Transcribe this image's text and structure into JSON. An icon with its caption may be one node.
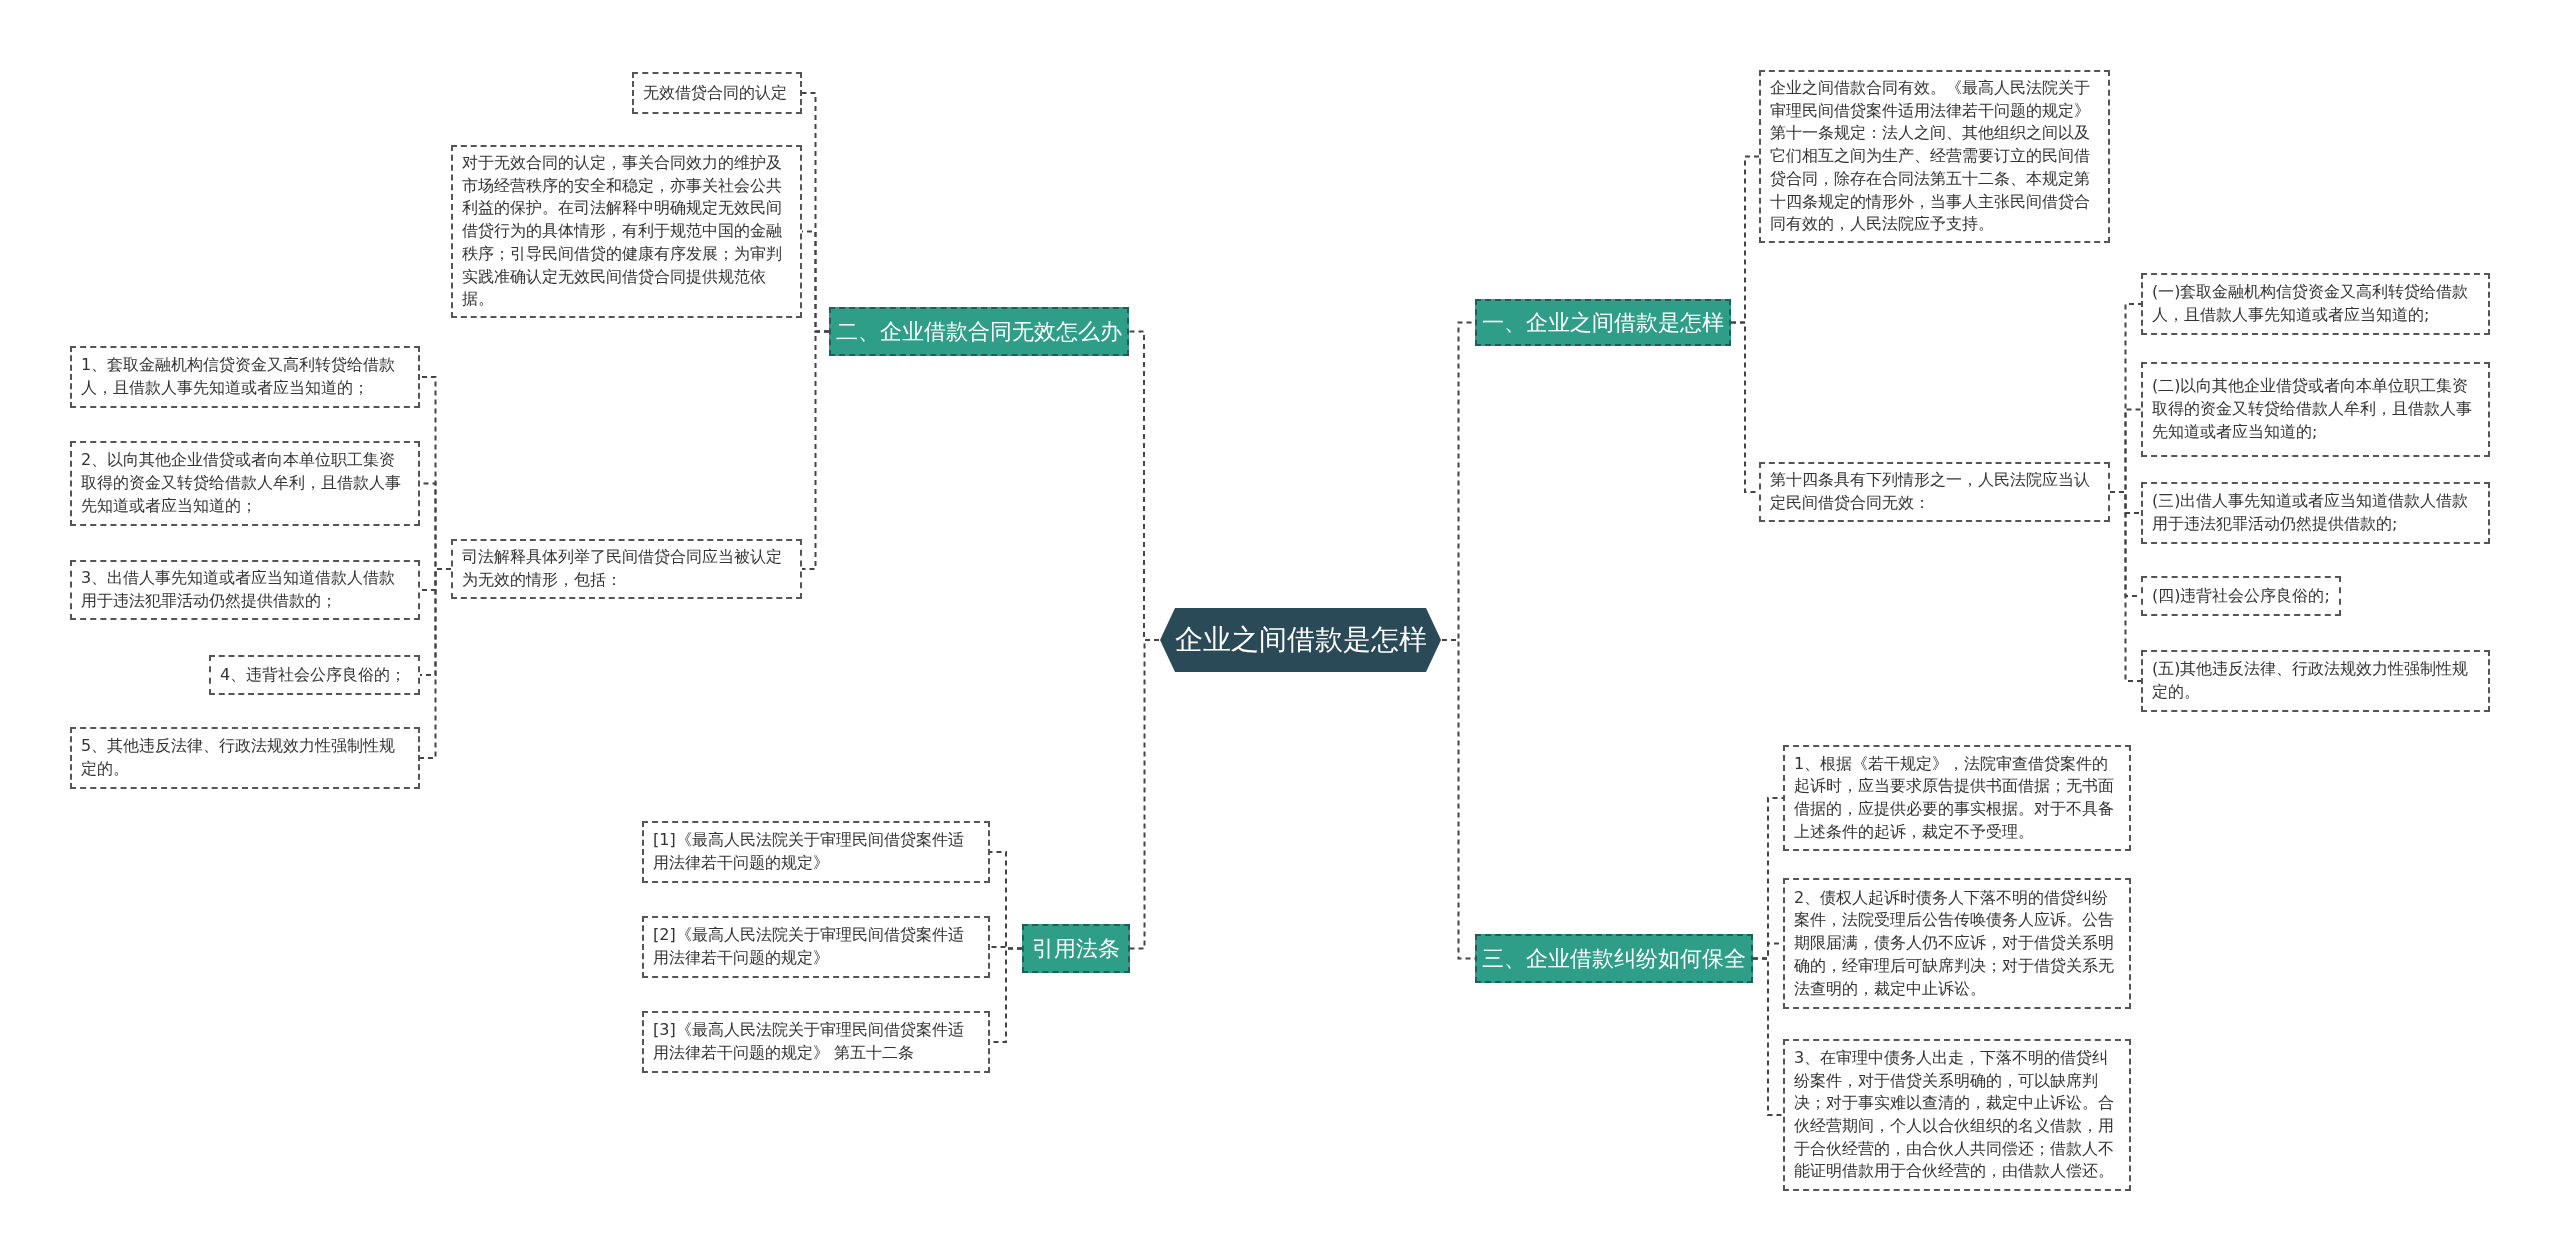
{
  "diagram": {
    "nodes": [
      {
        "text": [
          "企业之间借款是怎样"
        ]
      },
      {
        "text": [
          "一、企业之间借款是怎样"
        ]
      },
      {
        "text": [
          "企业之间借款合同有效。《最高人民法院关于审理民间借贷案件适用法律若干问题的规定》第十一条规定：法人之间、其他组织之间以及它们相互之间为生产、经营需要订立的民间借贷合同，除存在合同法第五十二条、本规定第十四条规定的情形外，当事人主张民间借贷合同有效的，人民法院应予支持。"
        ]
      },
      {
        "text": [
          "第十四条具有下列情形之一，人民法院应当认定民间借贷合同无效："
        ]
      },
      {
        "text": [
          "(一)套取金融机构信贷资金又高利转贷给借款人，且借款人事先知道或者应当知道的;"
        ]
      },
      {
        "text": [
          "(二)以向其他企业借贷或者向本单位职工集资取得的资金又转贷给借款人牟利，且借款人事先知道或者应当知道的;"
        ]
      },
      {
        "text": [
          "(三)出借人事先知道或者应当知道借款人借款用于违法犯罪活动仍然提供借款的;"
        ]
      },
      {
        "text": [
          "(四)违背社会公序良俗的;"
        ]
      },
      {
        "text": [
          "(五)其他违反法律、行政法规效力性强制性规定的。"
        ]
      },
      {
        "text": [
          "三、企业借款纠纷如何保全"
        ]
      },
      {
        "text": [
          "1、根据《若干规定》，法院审查借贷案件的起诉时，应当要求原告提供书面借据；无书面借据的，应提供必要的事实根据。对于不具备上述条件的起诉，裁定不予受理。"
        ]
      },
      {
        "text": [
          "2、债权人起诉时债务人下落不明的借贷纠纷案件，法院受理后公告传唤债务人应诉。公告期限届满，债务人仍不应诉，对于借贷关系明确的，经审理后可缺席判决；对于借贷关系无法查明的，裁定中止诉讼。"
        ]
      },
      {
        "text": [
          "3、在审理中债务人出走，下落不明的借贷纠纷案件，对于借贷关系明确的，可以缺席判决；对于事实难以查清的，裁定中止诉讼。合伙经营期间，个人以合伙组织的名义借款，用于合伙经营的，由合伙人共同偿还；借款人不能证明借款用于合伙经营的，由借款人偿还。"
        ]
      },
      {
        "text": [
          "二、企业借款合同无效怎么办"
        ]
      },
      {
        "text": [
          "无效借贷合同的认定"
        ]
      },
      {
        "text": [
          "对于无效合同的认定，事关合同效力的维护及市场经营秩序的安全和稳定，亦事关社会公共利益的保护。在司法解释中明确规定无效民间借贷行为的具体情形，有利于规范中国的金融秩序；引导民间借贷的健康有序发展；为审判实践准确认定无效民间借贷合同提供规范依据。"
        ]
      },
      {
        "text": [
          "司法解释具体列举了民间借贷合同应当被认定为无效的情形，包括："
        ]
      },
      {
        "text": [
          "1、套取金融机构信贷资金又高利转贷给借款人，且借款人事先知道或者应当知道的；"
        ]
      },
      {
        "text": [
          "2、以向其他企业借贷或者向本单位职工集资取得的资金又转贷给借款人牟利，且借款人事先知道或者应当知道的；"
        ]
      },
      {
        "text": [
          "3、出借人事先知道或者应当知道借款人借款用于违法犯罪活动仍然提供借款的；"
        ]
      },
      {
        "text": [
          "4、违背社会公序良俗的；"
        ]
      },
      {
        "text": [
          "5、其他违反法律、行政法规效力性强制性规定的。"
        ]
      },
      {
        "text": [
          "引用法条"
        ]
      },
      {
        "text": [
          "[1]《最高人民法院关于审理民间借贷案件适用法律若干问题的规定》"
        ]
      },
      {
        "text": [
          "[2]《最高人民法院关于审理民间借贷案件适用法律若干问题的规定》"
        ]
      },
      {
        "text": [
          "[3]《最高人民法院关于审理民间借贷案件适用法律若干问题的规定》 第五十二条"
        ]
      }
    ],
    "edges": [
      {
        "from": 0,
        "to": 1,
        "arrow": "none"
      },
      {
        "from": 1,
        "to": 2,
        "arrow": "none"
      },
      {
        "from": 1,
        "to": 3,
        "arrow": "none"
      },
      {
        "from": 3,
        "to": 4,
        "arrow": "none"
      },
      {
        "from": 3,
        "to": 5,
        "arrow": "none"
      },
      {
        "from": 3,
        "to": 6,
        "arrow": "none"
      },
      {
        "from": 3,
        "to": 7,
        "arrow": "none"
      },
      {
        "from": 3,
        "to": 8,
        "arrow": "none"
      },
      {
        "from": 0,
        "to": 9,
        "arrow": "none"
      },
      {
        "from": 9,
        "to": 10,
        "arrow": "none"
      },
      {
        "from": 9,
        "to": 11,
        "arrow": "none"
      },
      {
        "from": 9,
        "to": 12,
        "arrow": "none"
      },
      {
        "from": 0,
        "to": 13,
        "arrow": "none"
      },
      {
        "from": 13,
        "to": 14,
        "arrow": "none"
      },
      {
        "from": 13,
        "to": 15,
        "arrow": "none"
      },
      {
        "from": 13,
        "to": 16,
        "arrow": "none"
      },
      {
        "from": 16,
        "to": 17,
        "arrow": "none"
      },
      {
        "from": 16,
        "to": 18,
        "arrow": "none"
      },
      {
        "from": 16,
        "to": 19,
        "arrow": "none"
      },
      {
        "from": 16,
        "to": 20,
        "arrow": "none"
      },
      {
        "from": 16,
        "to": 21,
        "arrow": "none"
      },
      {
        "from": 0,
        "to": 22,
        "arrow": "none"
      },
      {
        "from": 22,
        "to": 23,
        "arrow": "none"
      },
      {
        "from": 22,
        "to": 24,
        "arrow": "none"
      },
      {
        "from": 22,
        "to": 25,
        "arrow": "none"
      }
    ]
  }
}
